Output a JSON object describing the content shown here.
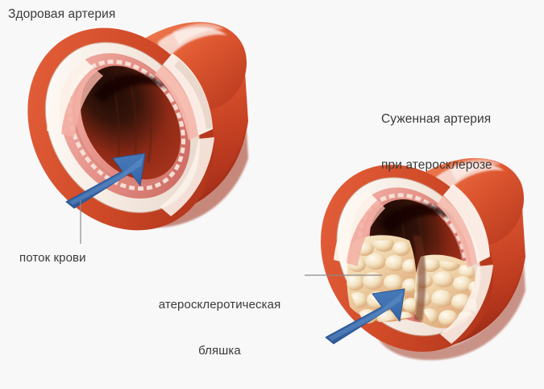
{
  "figure": {
    "type": "medical-illustration",
    "subject": "Cross-section comparison of a healthy artery and an artery narrowed by atherosclerosis",
    "background_color": "#f8f8f9",
    "text_color": "#3a3a3a"
  },
  "labels": {
    "healthy_artery": "Здоровая артерия",
    "narrowed_artery_line1": "Суженная артерия",
    "narrowed_artery_line2": "при атеросклерозе",
    "blood_flow": "поток крови",
    "plaque_line1": "атеросклеротическая",
    "plaque_line2": "бляшка"
  },
  "colors": {
    "outer_wall": "#d9502b",
    "outer_wall_dark": "#b8381f",
    "outer_wall_highlight": "#f07a4e",
    "media_white": "#f7efe8",
    "intima_pink": "#e79289",
    "intima_pink_light": "#f2b5ac",
    "lumen_dark": "#2a1008",
    "lumen_red": "#a6301a",
    "plaque_cream": "#f6e7c6",
    "plaque_base": "#e0a071",
    "arrow_blue": "#3d6fb0",
    "arrow_blue_dark": "#2d5a97",
    "leader_line": "#8a8a8a"
  },
  "elements": {
    "healthy_artery": {
      "name": "Healthy artery",
      "lumen_state": "open",
      "plaque_present": false,
      "arrow_direction": "up-right"
    },
    "narrowed_artery": {
      "name": "Artery narrowed by atherosclerosis",
      "lumen_state": "narrowed-crescent",
      "plaque_present": true,
      "arrow_direction": "up-right"
    },
    "wall_layers": [
      "outer adventitia (red)",
      "media (white/cream)",
      "intima (pink)",
      "lumen (dark)"
    ]
  }
}
